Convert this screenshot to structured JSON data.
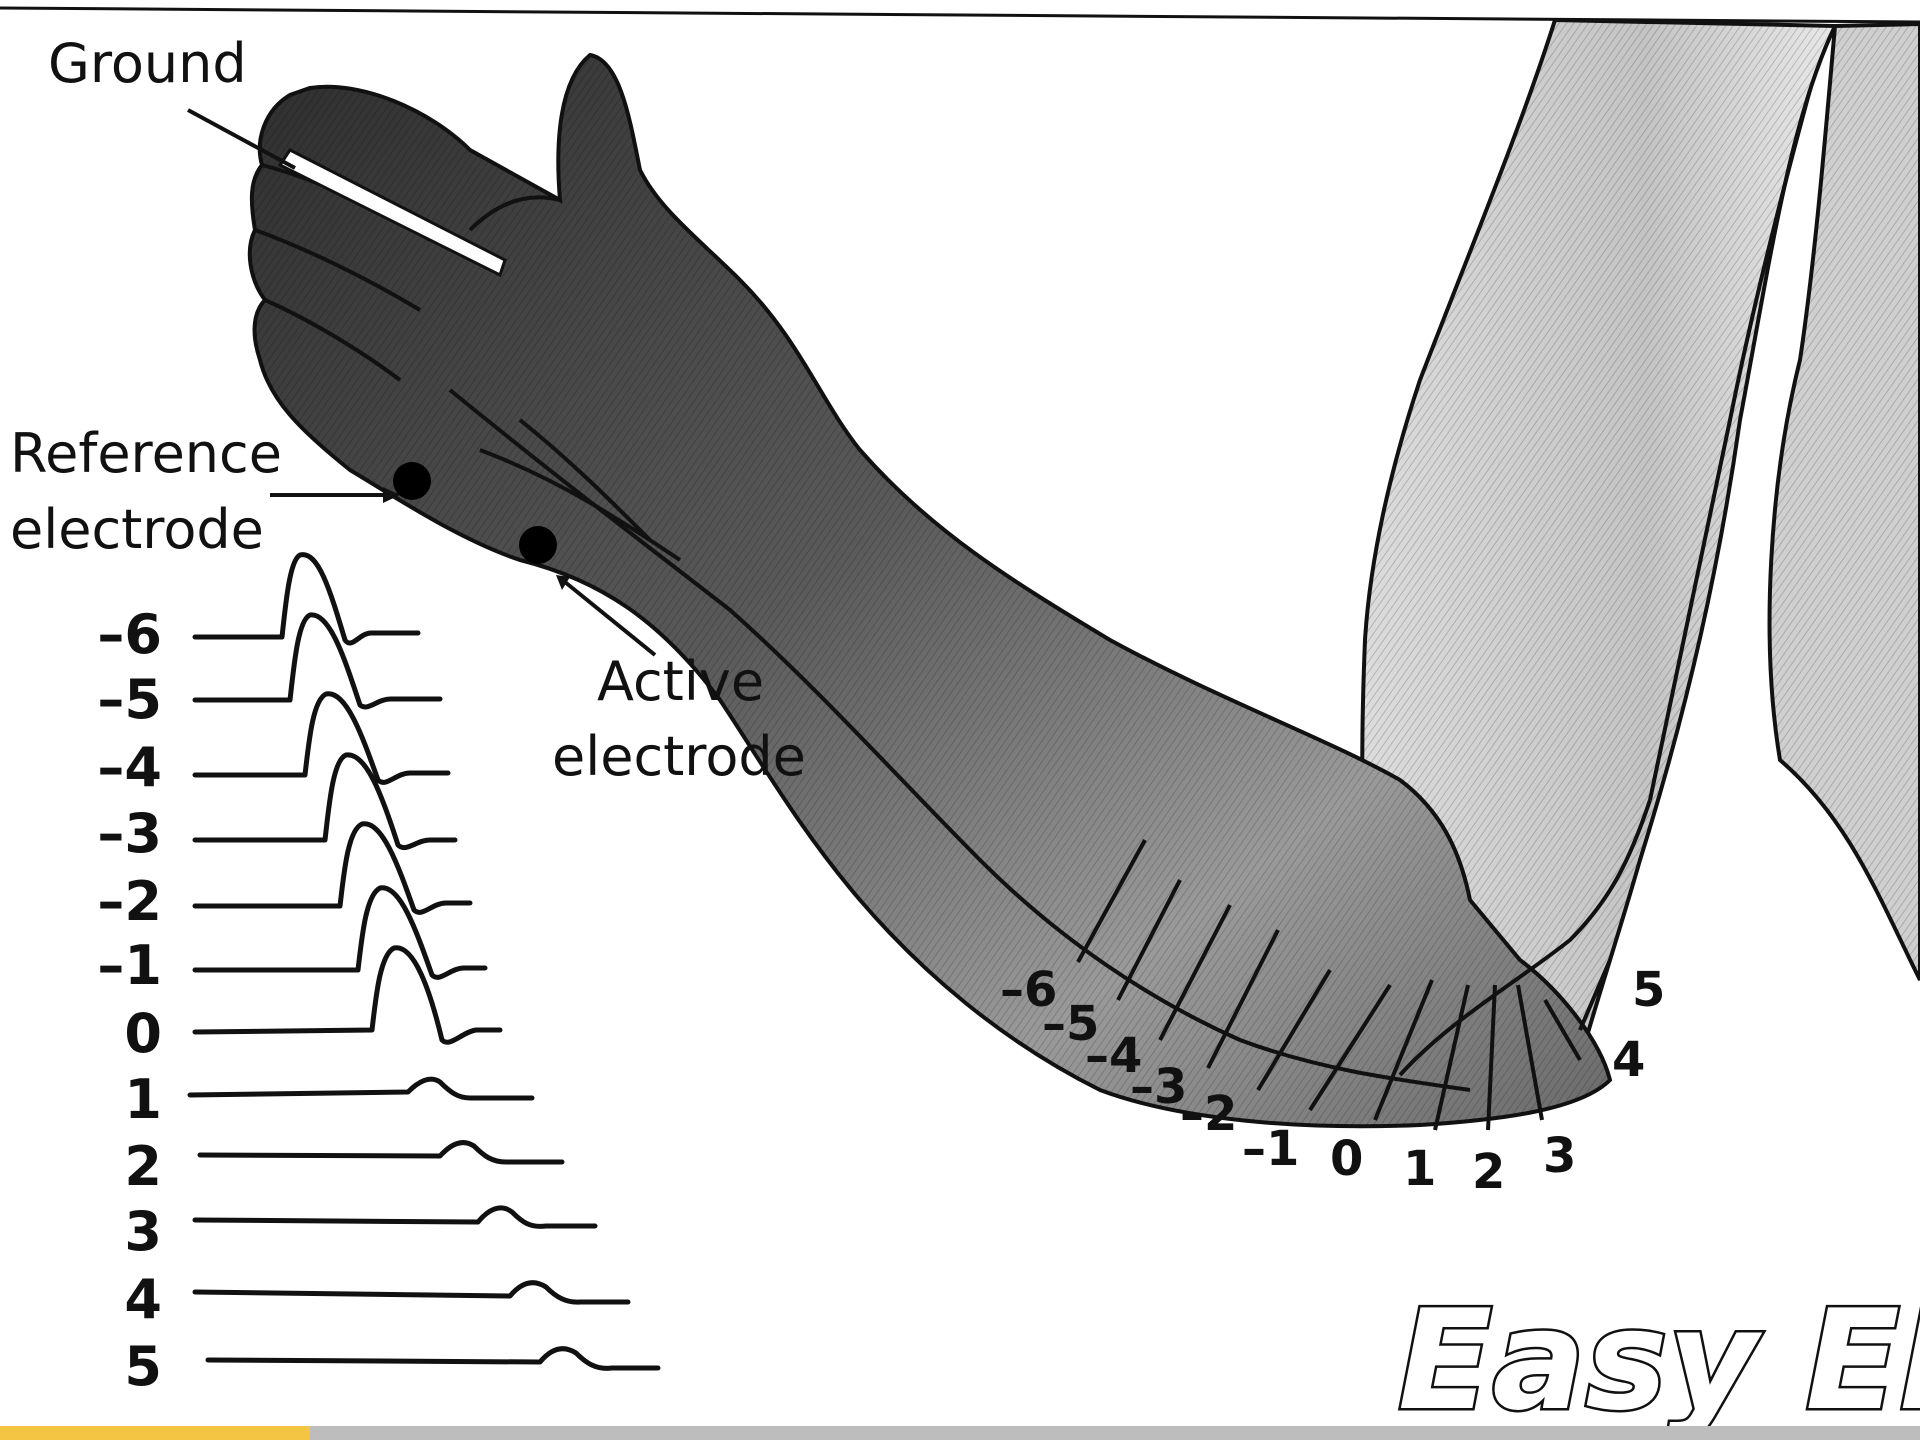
{
  "labels": {
    "ground": "Ground",
    "reference_line1": "Reference",
    "reference_line2": "electrode",
    "active_line1": "Active",
    "active_line2": "electrode"
  },
  "trace_labels": [
    "–6",
    "–5",
    "–4",
    "–3",
    "–2",
    "–1",
    "0",
    "1",
    "2",
    "3",
    "4",
    "5"
  ],
  "segment_labels": [
    "–6",
    "–5",
    "–4",
    "–3",
    "–2",
    "–1",
    "0",
    "1",
    "2",
    "3",
    "4",
    "5"
  ],
  "watermark": "Easy EMG",
  "colors": {
    "ink": "#111111",
    "skin_dark": "#3a3a3a",
    "skin_mid": "#8a8a8a",
    "skin_light": "#d9d9d9",
    "bottom_bar": "#bdbdbd",
    "bottom_accent": "#f4c542"
  }
}
